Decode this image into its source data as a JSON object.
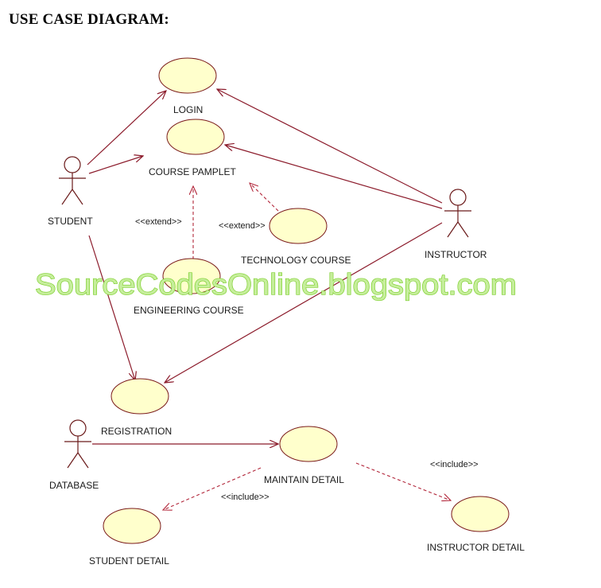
{
  "heading": "USE CASE DIAGRAM:",
  "actors": {
    "student": "STUDENT",
    "instructor": "INSTRUCTOR",
    "database": "DATABASE"
  },
  "use_cases": {
    "login": "LOGIN",
    "course_pamplet": "COURSE PAMPLET",
    "technology_course": "TECHNOLOGY COURSE",
    "engineering_course": "ENGINEERING COURSE",
    "registration": "REGISTRATION",
    "maintain_detail": "MAINTAIN DETAIL",
    "student_detail": "STUDENT DETAIL",
    "instructor_detail": "INSTRUCTOR DETAIL"
  },
  "stereotypes": {
    "extend_engineering": "<<extend>>",
    "extend_technology": "<<extend>>",
    "include_student": "<<include>>",
    "include_instructor": "<<include>>"
  },
  "watermark": "SourceCodesOnline.blogspot.com",
  "colors": {
    "use_case_fill": "#ffffcc",
    "line": "#8b1a2a",
    "watermark": "#9be25a"
  }
}
